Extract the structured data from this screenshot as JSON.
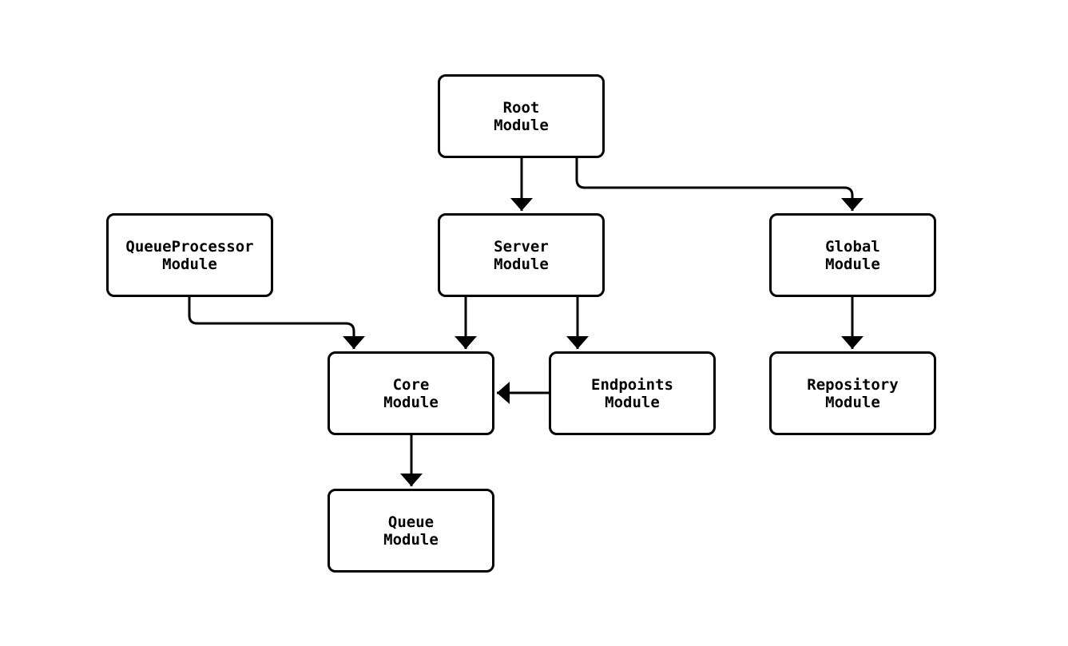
{
  "diagram": {
    "type": "flowchart",
    "nodes": [
      {
        "id": "root",
        "lines": [
          "Root",
          "Module"
        ]
      },
      {
        "id": "queueprocessor",
        "lines": [
          "QueueProcessor",
          "Module"
        ]
      },
      {
        "id": "server",
        "lines": [
          "Server",
          "Module"
        ]
      },
      {
        "id": "global",
        "lines": [
          "Global",
          "Module"
        ]
      },
      {
        "id": "core",
        "lines": [
          "Core",
          "Module"
        ]
      },
      {
        "id": "endpoints",
        "lines": [
          "Endpoints",
          "Module"
        ]
      },
      {
        "id": "repository",
        "lines": [
          "Repository",
          "Module"
        ]
      },
      {
        "id": "queue",
        "lines": [
          "Queue",
          "Module"
        ]
      }
    ],
    "edges": [
      {
        "from": "root",
        "to": "server"
      },
      {
        "from": "root",
        "to": "global"
      },
      {
        "from": "queueprocessor",
        "to": "core"
      },
      {
        "from": "server",
        "to": "core"
      },
      {
        "from": "server",
        "to": "endpoints"
      },
      {
        "from": "endpoints",
        "to": "core"
      },
      {
        "from": "global",
        "to": "repository"
      },
      {
        "from": "core",
        "to": "queue"
      }
    ],
    "colors": {
      "background": "#ffffff",
      "node_fill": "#ffffff",
      "node_border": "#000000",
      "edge": "#000000"
    }
  }
}
